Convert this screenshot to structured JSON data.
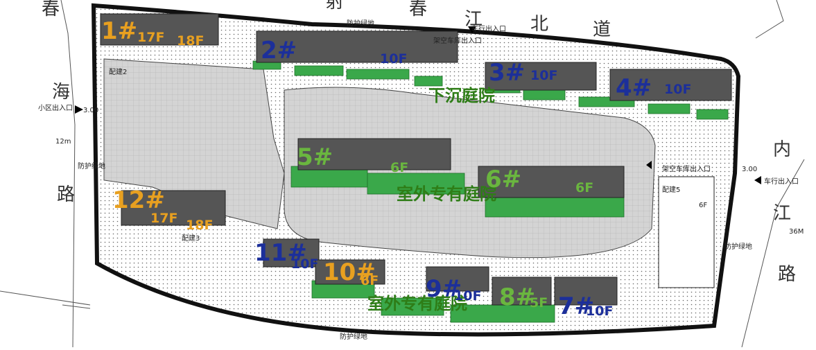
{
  "roads": {
    "north": [
      "春",
      "江",
      "北",
      "道"
    ],
    "west": [
      "海",
      "路"
    ],
    "east": [
      "内",
      "江",
      "路"
    ],
    "top_partial": "春",
    "top_partial2": "射"
  },
  "annotations": {
    "green_buffer_top": "防护绿地",
    "green_buffer_left": "防护绿地",
    "green_buffer_right": "防护绿地",
    "green_buffer_bottom": "防护绿地",
    "garage_exit_top": "架空车库出入口",
    "vehicle_exit_top": "车行出入口",
    "garage_exit_right": "架空车库出入口",
    "vehicle_exit_right": "车行出入口",
    "community_entrance": "小区出入口",
    "aux2": "配建2",
    "aux3": "配建3",
    "aux5": "配建5",
    "aux5_floors": "6F",
    "dim_12m": "12m",
    "dim_36m": "36M",
    "dim_300_left": "3.00",
    "dim_300_right": "3.00"
  },
  "zones": {
    "sunken": "下沉庭院",
    "private_1": "室外专有庭院",
    "private_2": "室外专有庭院"
  },
  "buildings": [
    {
      "id": "1#",
      "floors": [
        "17F",
        "18F"
      ]
    },
    {
      "id": "2#",
      "floors": [
        "10F"
      ]
    },
    {
      "id": "3#",
      "floors": [
        "10F"
      ]
    },
    {
      "id": "4#",
      "floors": [
        "10F"
      ]
    },
    {
      "id": "5#",
      "floors": [
        "6F"
      ]
    },
    {
      "id": "6#",
      "floors": [
        "6F"
      ]
    },
    {
      "id": "7#",
      "floors": [
        "10F"
      ]
    },
    {
      "id": "8#",
      "floors": [
        "5F"
      ]
    },
    {
      "id": "9#",
      "floors": [
        "10F"
      ]
    },
    {
      "id": "10#",
      "floors": [
        "6F"
      ]
    },
    {
      "id": "11#",
      "floors": [
        "10F"
      ]
    },
    {
      "id": "12#",
      "floors": [
        "17F",
        "18F"
      ]
    }
  ],
  "colors": {
    "lawn": "#3aa84a",
    "building": "#555555",
    "paving": "#c8c8c8",
    "hatch": "#999999",
    "number_blue": "#1c2f9a",
    "number_orange": "#e8a020",
    "number_green": "#6ab63f"
  }
}
